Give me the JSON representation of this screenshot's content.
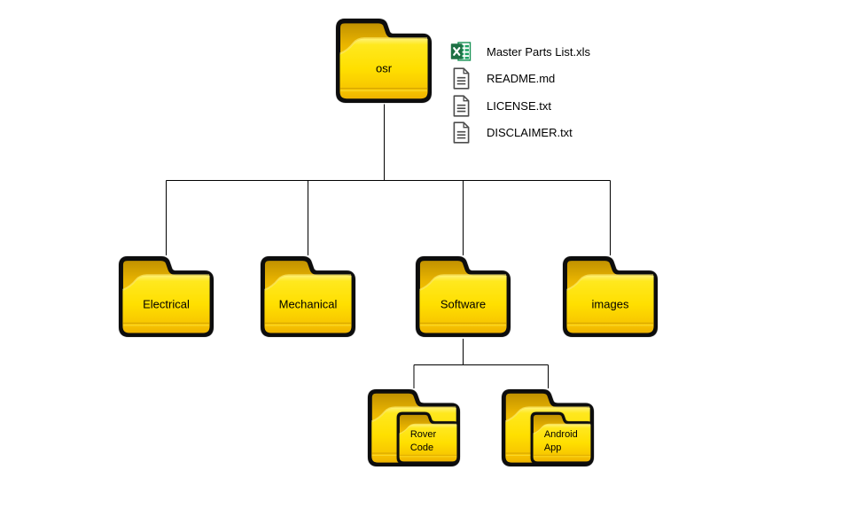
{
  "diagram": {
    "type": "folder-tree",
    "background": "#ffffff",
    "root": {
      "label": "osr"
    },
    "root_files": [
      {
        "name": "Master Parts List.xls",
        "icon": "excel-file-icon"
      },
      {
        "name": "README.md",
        "icon": "text-file-icon"
      },
      {
        "name": "LICENSE.txt",
        "icon": "text-file-icon"
      },
      {
        "name": "DISCLAIMER.txt",
        "icon": "text-file-icon"
      }
    ],
    "children": [
      {
        "label": "Electrical"
      },
      {
        "label": "Mechanical"
      },
      {
        "label": "Software",
        "children": [
          {
            "label": "Rover Code"
          },
          {
            "label": "Android App"
          }
        ]
      },
      {
        "label": "images"
      }
    ],
    "colors": {
      "folder_bright_yellow": "#ffe100",
      "folder_dark_gold": "#bd8e00",
      "folder_border": "#0d0d0d",
      "excel_green_dark": "#1d7044",
      "excel_green": "#21a366",
      "doc_icon_gray": "#4d4d4d",
      "connector_line": "#000000",
      "label_text": "#000000"
    }
  }
}
